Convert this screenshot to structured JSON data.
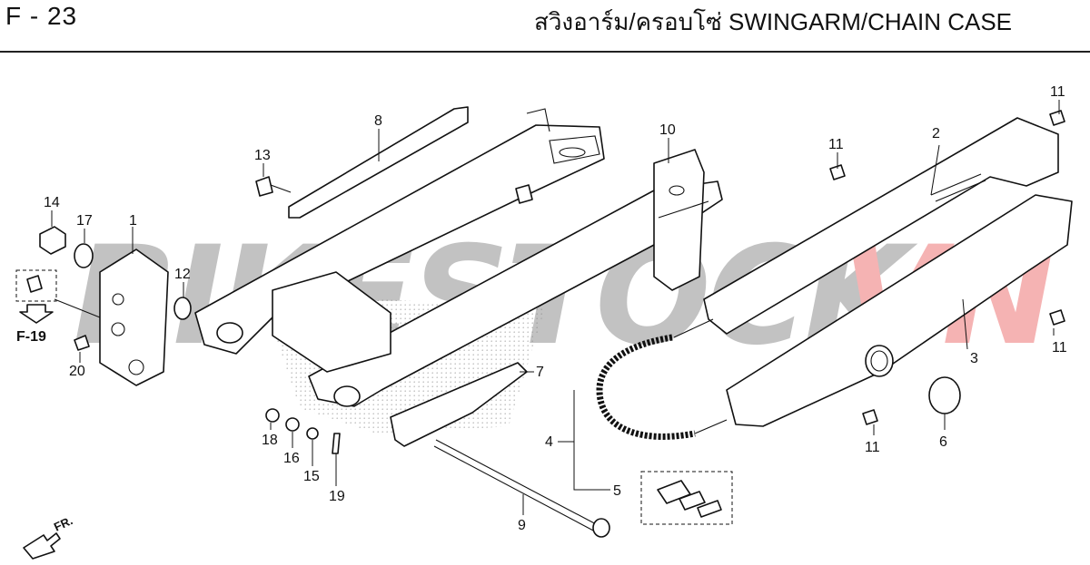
{
  "header": {
    "figure_code": "F - 23",
    "title": "สวิงอาร์ม/ครอบโซ่  SWINGARM/CHAIN CASE"
  },
  "watermark": {
    "text_main": "BIKESTOCK",
    "text_accent": "VN",
    "color_main": "#b8b8b8",
    "color_accent": "#f4a6a6"
  },
  "reference": {
    "label": "F-19"
  },
  "direction": {
    "label": "FR."
  },
  "callouts": [
    "1",
    "2",
    "3",
    "4",
    "5",
    "6",
    "7",
    "8",
    "9",
    "10",
    "11",
    "12",
    "13",
    "14",
    "15",
    "16",
    "17",
    "18",
    "19",
    "20"
  ],
  "part_numbers": [
    {
      "id": "c11a",
      "label": "11"
    },
    {
      "id": "c11b",
      "label": "11"
    },
    {
      "id": "c11c",
      "label": "11"
    },
    {
      "id": "c11d",
      "label": "11"
    },
    {
      "id": "c2",
      "label": "2"
    },
    {
      "id": "c3",
      "label": "3"
    },
    {
      "id": "c10",
      "label": "10"
    },
    {
      "id": "c8",
      "label": "8"
    },
    {
      "id": "c13",
      "label": "13"
    },
    {
      "id": "c14",
      "label": "14"
    },
    {
      "id": "c17",
      "label": "17"
    },
    {
      "id": "c1",
      "label": "1"
    },
    {
      "id": "c12",
      "label": "12"
    },
    {
      "id": "c20",
      "label": "20"
    },
    {
      "id": "c7",
      "label": "7"
    },
    {
      "id": "c4",
      "label": "4"
    },
    {
      "id": "c5",
      "label": "5"
    },
    {
      "id": "c6",
      "label": "6"
    },
    {
      "id": "c9",
      "label": "9"
    },
    {
      "id": "c18",
      "label": "18"
    },
    {
      "id": "c16",
      "label": "16"
    },
    {
      "id": "c15",
      "label": "15"
    },
    {
      "id": "c19",
      "label": "19"
    }
  ]
}
